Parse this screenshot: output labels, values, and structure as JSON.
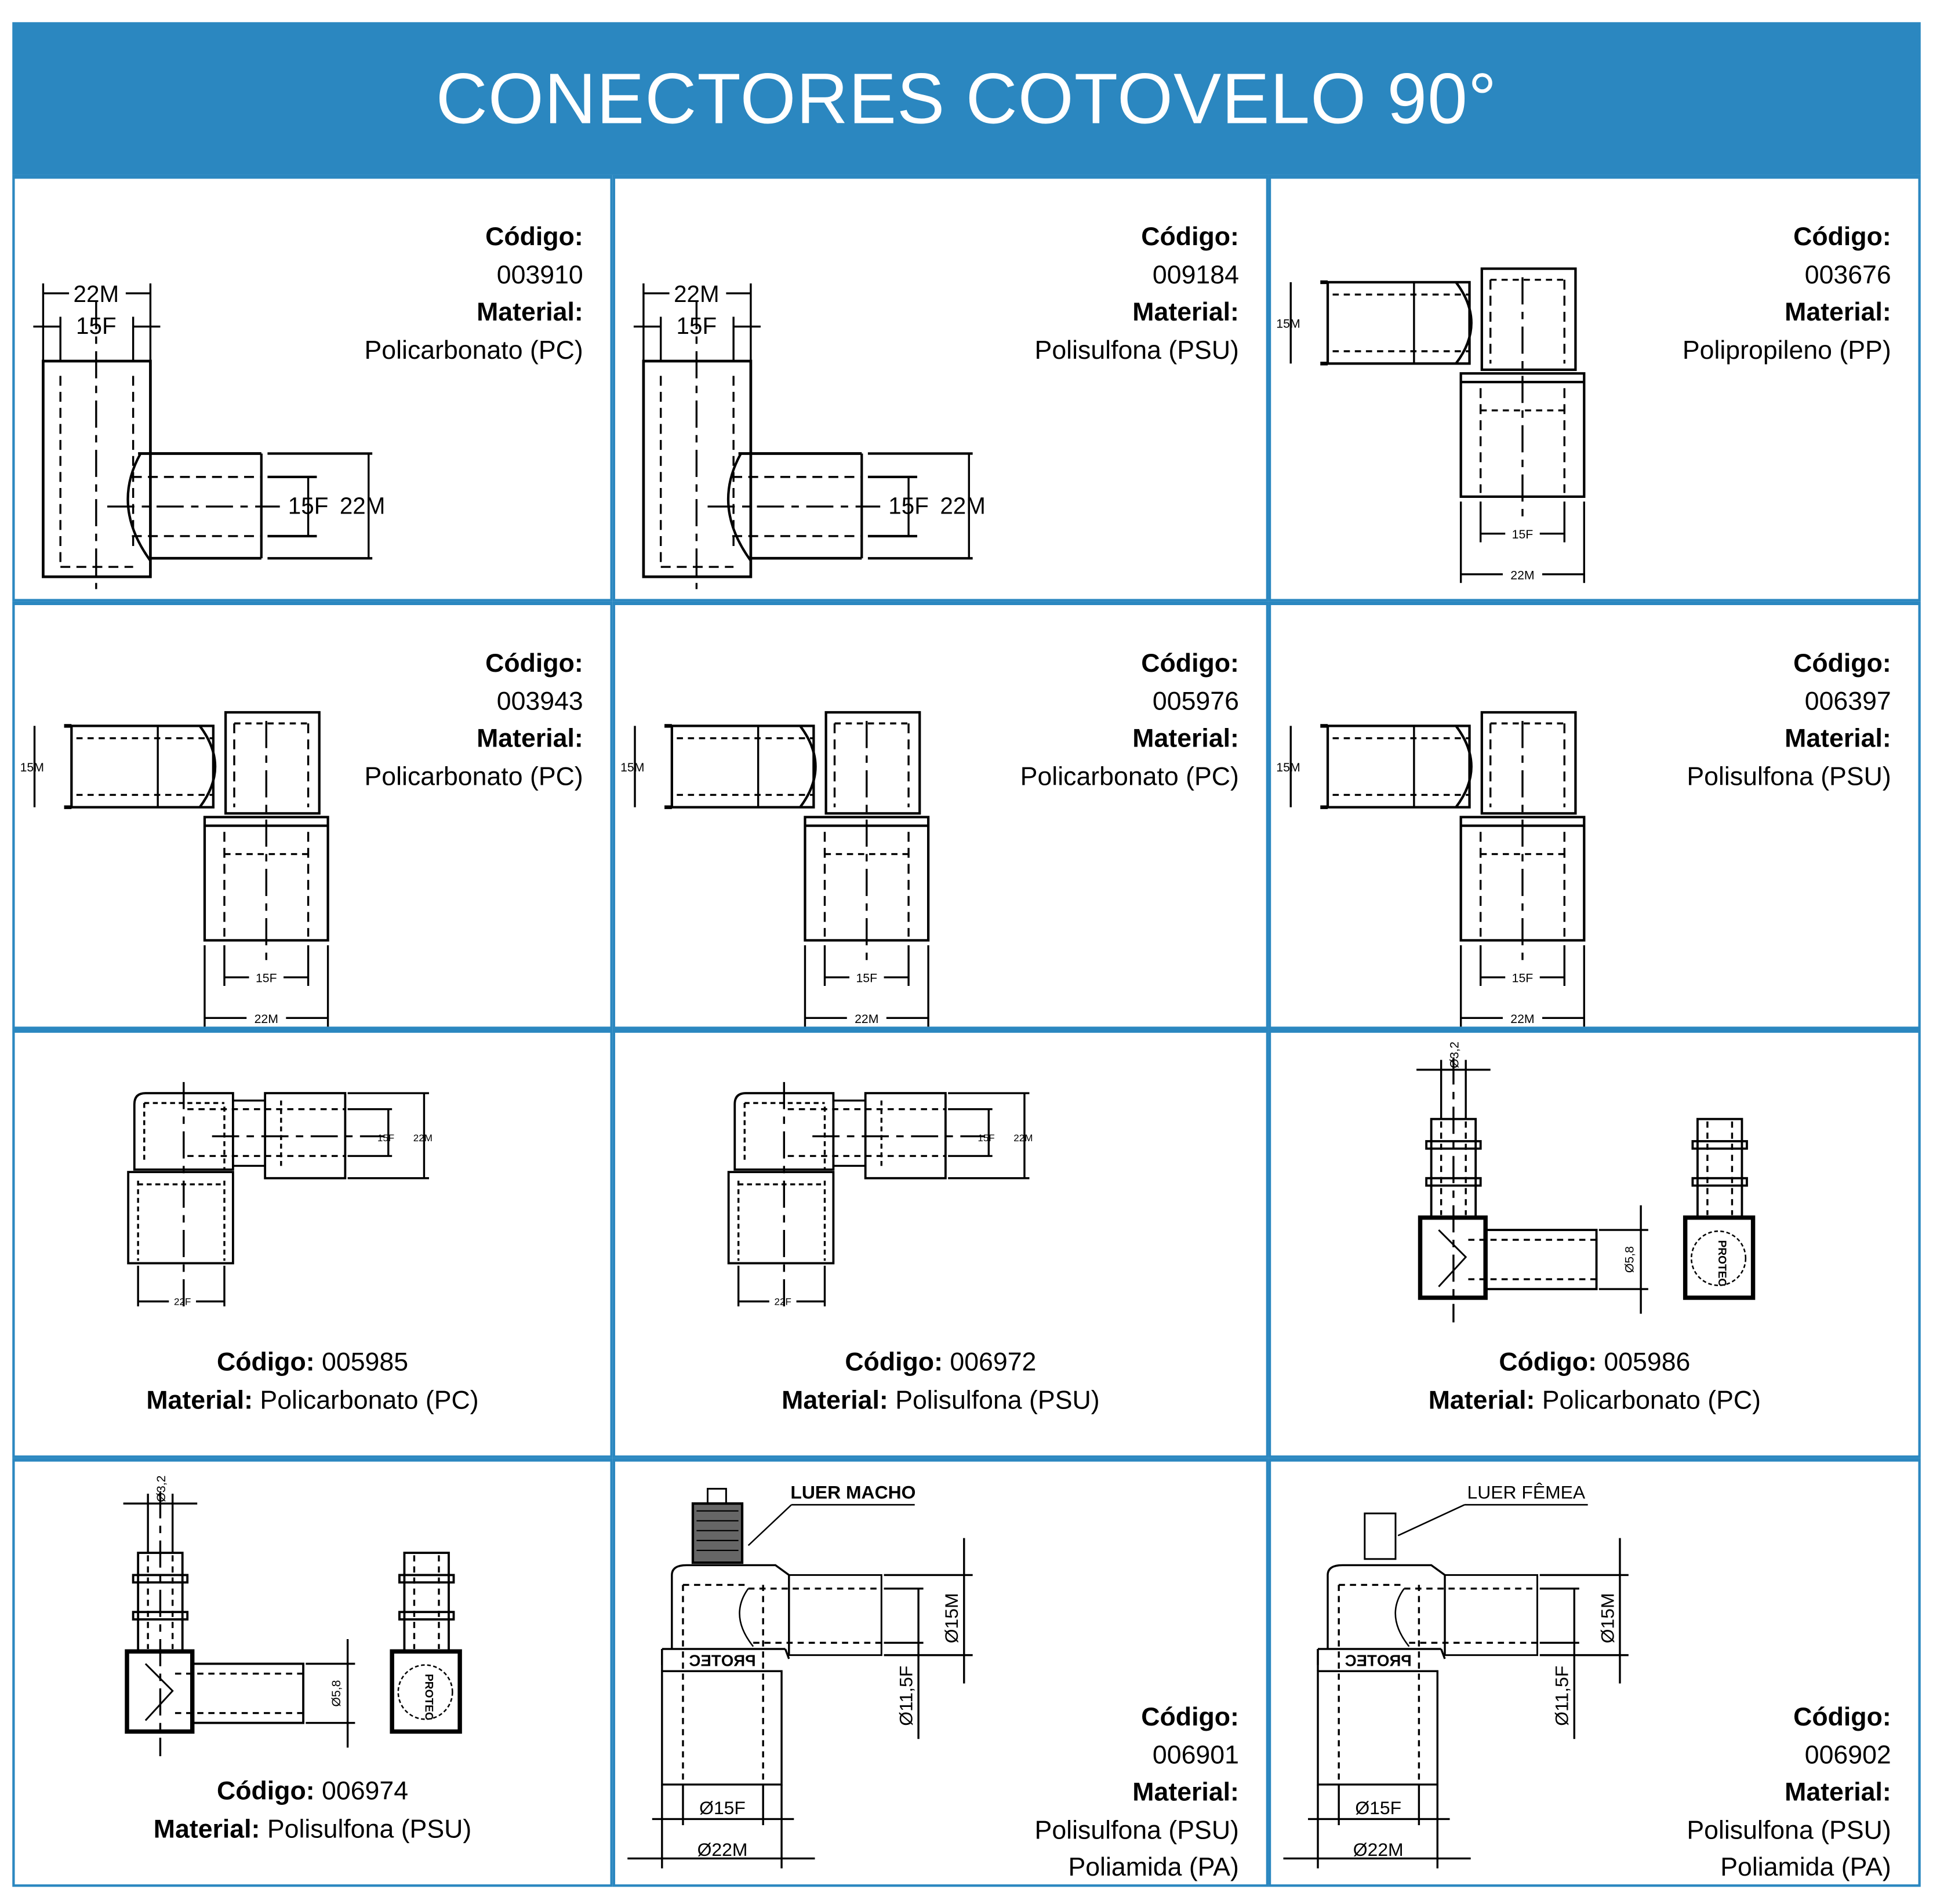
{
  "title": "CONECTORES COTOVELO 90°",
  "colors": {
    "header": "#2b87c0",
    "border": "#2b87c0"
  },
  "logo_text": "PROTEC",
  "products": [
    {
      "code_label": "Código:",
      "code": "003910",
      "material_label": "Material:",
      "materials": [
        "Policarbonato (PC)"
      ],
      "layout": "right",
      "drawing": "elbow-vertical",
      "dims": [
        "22M",
        "15F",
        "15F",
        "22M"
      ]
    },
    {
      "code_label": "Código:",
      "code": "009184",
      "material_label": "Material:",
      "materials": [
        "Polisulfona (PSU)"
      ],
      "layout": "right",
      "drawing": "elbow-vertical",
      "dims": [
        "22M",
        "15F",
        "15F",
        "22M"
      ]
    },
    {
      "code_label": "Código:",
      "code": "003676",
      "material_label": "Material:",
      "materials": [
        "Polipropileno (PP)"
      ],
      "layout": "right",
      "drawing": "elbow-down",
      "dims": [
        "15M",
        "15F",
        "22M"
      ]
    },
    {
      "code_label": "Código:",
      "code": "003943",
      "material_label": "Material:",
      "materials": [
        "Policarbonato (PC)"
      ],
      "layout": "right",
      "drawing": "elbow-down",
      "dims": [
        "15M",
        "15F",
        "22M"
      ]
    },
    {
      "code_label": "Código:",
      "code": "005976",
      "material_label": "Material:",
      "materials": [
        "Policarbonato (PC)"
      ],
      "layout": "right",
      "drawing": "elbow-down",
      "dims": [
        "15M",
        "15F",
        "22M"
      ]
    },
    {
      "code_label": "Código:",
      "code": "006397",
      "material_label": "Material:",
      "materials": [
        "Polisulfona (PSU)"
      ],
      "layout": "right",
      "drawing": "elbow-down",
      "dims": [
        "15M",
        "15F",
        "22M"
      ]
    },
    {
      "code_label": "Código:",
      "code": "005985",
      "material_label": "Material:",
      "materials": [
        "Policarbonato (PC)"
      ],
      "layout": "bottom",
      "drawing": "elbow-compact",
      "dims": [
        "15F",
        "22M",
        "22F"
      ]
    },
    {
      "code_label": "Código:",
      "code": "006972",
      "material_label": "Material:",
      "materials": [
        "Polisulfona (PSU)"
      ],
      "layout": "bottom",
      "drawing": "elbow-compact",
      "dims": [
        "15F",
        "22M",
        "22F"
      ]
    },
    {
      "code_label": "Código:",
      "code": "005986",
      "material_label": "Material:",
      "materials": [
        "Policarbonato (PC)"
      ],
      "layout": "bottom",
      "drawing": "elbow-barbed",
      "dims": [
        "Ø3,2",
        "Ø5,8"
      ]
    },
    {
      "code_label": "Código:",
      "code": "006974",
      "material_label": "Material:",
      "materials": [
        "Polisulfona (PSU)"
      ],
      "layout": "bottom",
      "drawing": "elbow-barbed",
      "dims": [
        "Ø3,2",
        "Ø5,8"
      ]
    },
    {
      "code_label": "Código:",
      "code": "006901",
      "material_label": "Material:",
      "materials": [
        "Polisulfona (PSU)",
        "Poliamida (PA)"
      ],
      "layout": "right",
      "drawing": "elbow-luer-male",
      "callout": "LUER MACHO",
      "dims": [
        "Ø15M",
        "Ø11,5F",
        "Ø15F",
        "Ø22M"
      ]
    },
    {
      "code_label": "Código:",
      "code": "006902",
      "material_label": "Material:",
      "materials": [
        "Polisulfona (PSU)",
        "Poliamida (PA)"
      ],
      "layout": "right",
      "drawing": "elbow-luer-female",
      "callout": "LUER FÊMEA",
      "dims": [
        "Ø15M",
        "Ø11,5F",
        "Ø15F",
        "Ø22M"
      ]
    }
  ]
}
